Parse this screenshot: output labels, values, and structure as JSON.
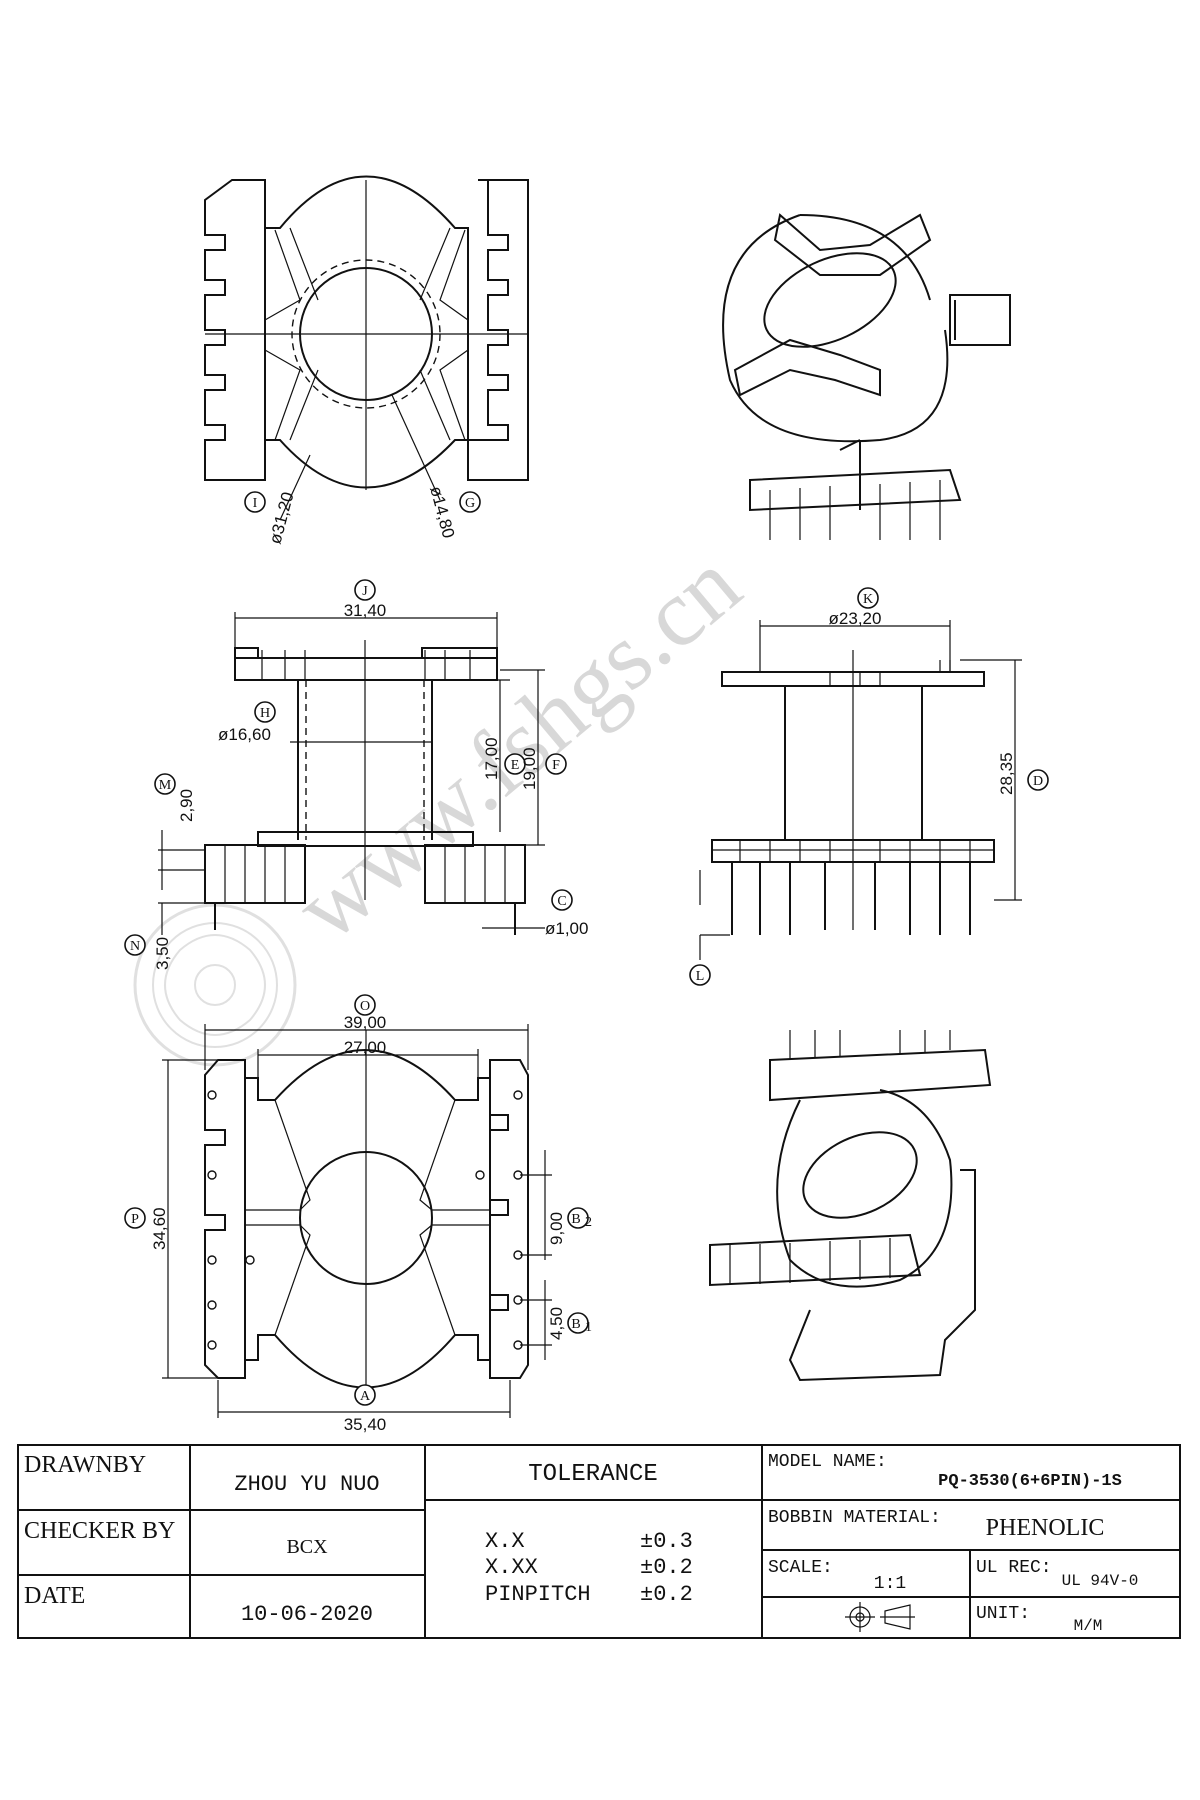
{
  "dimensions": {
    "I": {
      "label": "I",
      "value": "ø31,20"
    },
    "G": {
      "label": "G",
      "value": "ø14,80"
    },
    "J": {
      "label": "J",
      "value": "31,40"
    },
    "K": {
      "label": "K",
      "value": "ø23,20"
    },
    "H": {
      "label": "H",
      "value": "ø16,60"
    },
    "E": {
      "label": "E",
      "value": "17,00"
    },
    "F": {
      "label": "F",
      "value": "19,00"
    },
    "D": {
      "label": "D",
      "value": "28,35"
    },
    "M": {
      "label": "M",
      "value": "2,90"
    },
    "C": {
      "label": "C",
      "value": "ø1,00"
    },
    "N": {
      "label": "N",
      "value": "3,50"
    },
    "L": {
      "label": "L"
    },
    "O": {
      "label": "O",
      "outer": "39,00",
      "inner": "27,00"
    },
    "P": {
      "label": "P",
      "value": "34,60"
    },
    "B2": {
      "label": "B",
      "sub": "2",
      "value": "9,00"
    },
    "B1": {
      "label": "B",
      "sub": "1",
      "value": "4,50"
    },
    "A": {
      "label": "A",
      "value": "35,40"
    }
  },
  "watermark": "www.fshgs.cn",
  "title_block": {
    "drawn_by_label": "DRAWNBY",
    "drawn_by": "ZHOU YU NUO",
    "checker_label": "CHECKER BY",
    "checker": "BCX",
    "date_label": "DATE",
    "date": "10-06-2020",
    "tolerance_label": "TOLERANCE",
    "tolerances": [
      {
        "key": "X.X",
        "value": "±0.3"
      },
      {
        "key": "X.XX",
        "value": "±0.2"
      },
      {
        "key": "PINPITCH",
        "value": "±0.2"
      }
    ],
    "model_label": "MODEL NAME:",
    "model": "PQ-3530(6+6PIN)-1S",
    "material_label": "BOBBIN MATERIAL:",
    "material": "PHENOLIC",
    "scale_label": "SCALE:",
    "scale": "1:1",
    "ul_label": "UL REC:",
    "ul": "UL 94V-0",
    "unit_label": "UNIT:",
    "unit": "M/M"
  }
}
